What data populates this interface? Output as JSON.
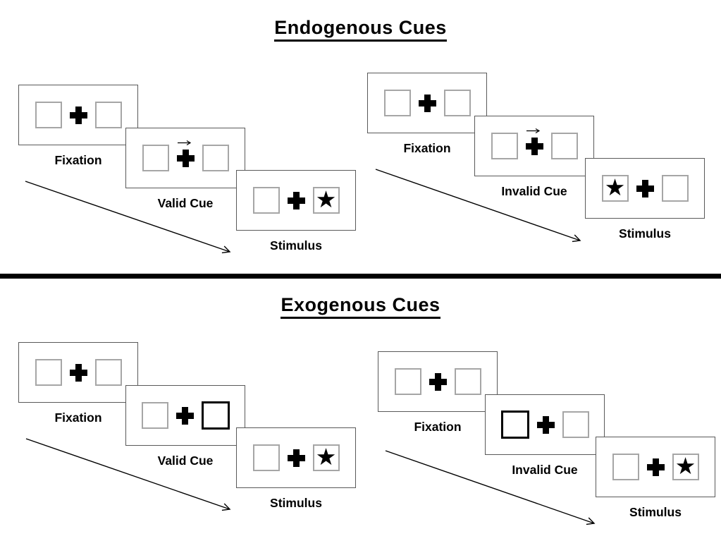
{
  "colors": {
    "background": "#ffffff",
    "panel_border": "#595959",
    "box_border": "#a6a6a6",
    "highlight_border": "#000000",
    "text": "#000000",
    "divider": "#000000"
  },
  "icons": {
    "star": "★",
    "plus": "fixation-cross-shape",
    "cue_arrow": "small-right-arrow",
    "timeline_arrow": "diagonal-open-arrow"
  },
  "sections": [
    {
      "title": "Endogenous Cues",
      "groups": [
        {
          "name": "endogenous-valid",
          "panels": [
            {
              "label": "Fixation"
            },
            {
              "label": "Valid Cue"
            },
            {
              "label": "Stimulus"
            }
          ]
        },
        {
          "name": "endogenous-invalid",
          "panels": [
            {
              "label": "Fixation"
            },
            {
              "label": "Invalid Cue"
            },
            {
              "label": "Stimulus"
            }
          ]
        }
      ]
    },
    {
      "title": "Exogenous Cues",
      "groups": [
        {
          "name": "exogenous-valid",
          "panels": [
            {
              "label": "Fixation"
            },
            {
              "label": "Valid Cue"
            },
            {
              "label": "Stimulus"
            }
          ]
        },
        {
          "name": "exogenous-invalid",
          "panels": [
            {
              "label": "Fixation"
            },
            {
              "label": "Invalid Cue"
            },
            {
              "label": "Stimulus"
            }
          ]
        }
      ]
    }
  ]
}
